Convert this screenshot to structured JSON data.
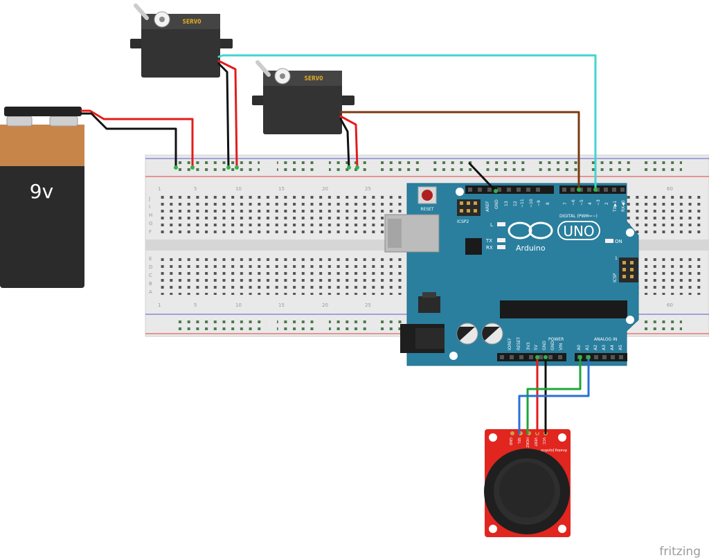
{
  "battery": {
    "voltage": "9v"
  },
  "servo_top": {
    "label": "SERVO"
  },
  "servo_mid": {
    "label": "SERVO"
  },
  "arduino": {
    "brand": "Arduino",
    "model": "UNO",
    "reset_label": "RESET",
    "icsp2_label": "ICSP2",
    "icsp_label": "ICSP",
    "icsp_pin1": "1",
    "l_label": "L",
    "tx_label": "TX",
    "rx_label": "RX",
    "on_label": "ON",
    "digital_label": "DIGITAL (PWM=~)",
    "power_label": "POWER",
    "analog_label": "ANALOG IN",
    "top_left_pins": [
      "AREF",
      "GND",
      "13",
      "12",
      "~11",
      "~10",
      "~9",
      "8"
    ],
    "top_right_pins": [
      "7",
      "~6",
      "~5",
      "4",
      "~3",
      "2",
      "TX▶1",
      "RX◀0"
    ],
    "power_pins": [
      "IOREF",
      "RESET",
      "3V3",
      "5V",
      "GND",
      "GND",
      "VIN"
    ],
    "analog_pins": [
      "A0",
      "A1",
      "A2",
      "A3",
      "A4",
      "A5"
    ]
  },
  "breadboard": {
    "column_numbers": [
      "1",
      "5",
      "10",
      "15",
      "20",
      "25",
      "60"
    ],
    "row_letters_top": [
      "J",
      "I",
      "H",
      "G",
      "F"
    ],
    "row_letters_bottom": [
      "E",
      "D",
      "C",
      "B",
      "A"
    ]
  },
  "joystick": {
    "pins": [
      "GND",
      "SEL",
      "HORZ",
      "VERT",
      "VCC"
    ],
    "title": "Analog Joystick"
  },
  "footer": {
    "credit": "fritzing"
  },
  "colors": {
    "arduino": "#2a7f9e",
    "breadboard": "#e6e6e6",
    "servo": "#333333",
    "battery_top": "#c8854a",
    "battery_bottom": "#2b2b2b",
    "joystick_pcb": "#e0261f",
    "wire_cyan": "#3fd6cf",
    "wire_brown": "#7a3a10",
    "wire_red": "#e41b1b",
    "wire_black": "#111111",
    "wire_green": "#1ea63a",
    "wire_blue": "#2a6fd6"
  }
}
